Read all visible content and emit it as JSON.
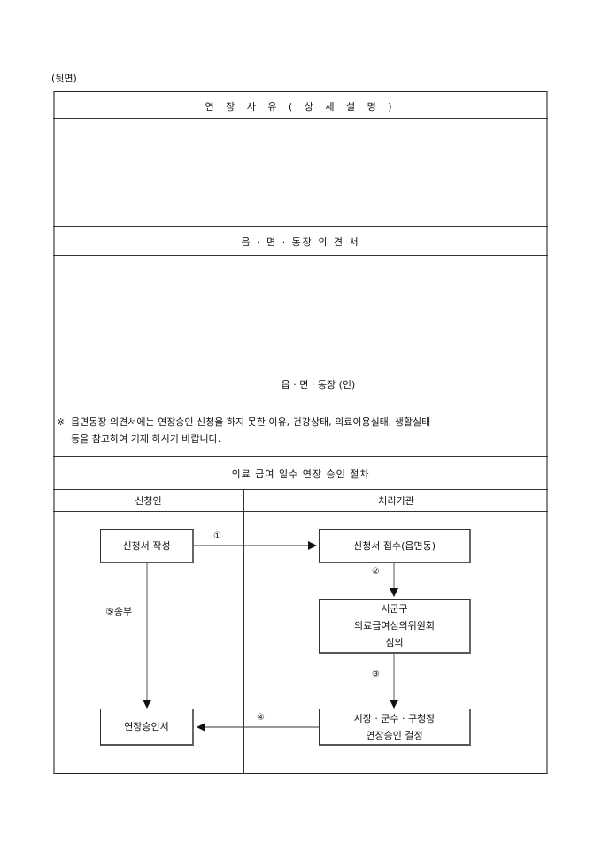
{
  "page_label": "(뒷면)",
  "sections": {
    "reason_title": "연 장 사 유 ( 상 세 설 명 )",
    "opinion_title": "읍 · 면 · 동장  의 견 서",
    "signature": "읍 · 면 · 동장 (인)",
    "note_mark": "※",
    "note_line1": "읍면동장 의견서에는 연장승인 신청을 하지 못한 이유, 건강상태,      의료이용실태, 생활실태",
    "note_line2": "등을 참고하여 기재 하시기 바랍니다.",
    "procedure_title": "의료 급여 일수 연장 승인 절차",
    "col_applicant": "신청인",
    "col_agency": "처리기관"
  },
  "flow": {
    "box_write": "신청서 작성",
    "box_receive": "신청서 접수(읍면동)",
    "box_review_l1": "시군구",
    "box_review_l2": "의료급여심의위원회",
    "box_review_l3": "심의",
    "box_decide_l1": "시장 · 군수 · 구청장",
    "box_decide_l2": "연장승인 결정",
    "box_result": "연장승인서",
    "step1": "①",
    "step2": "②",
    "step3": "③",
    "step4": "④",
    "step5": "⑤송부"
  }
}
